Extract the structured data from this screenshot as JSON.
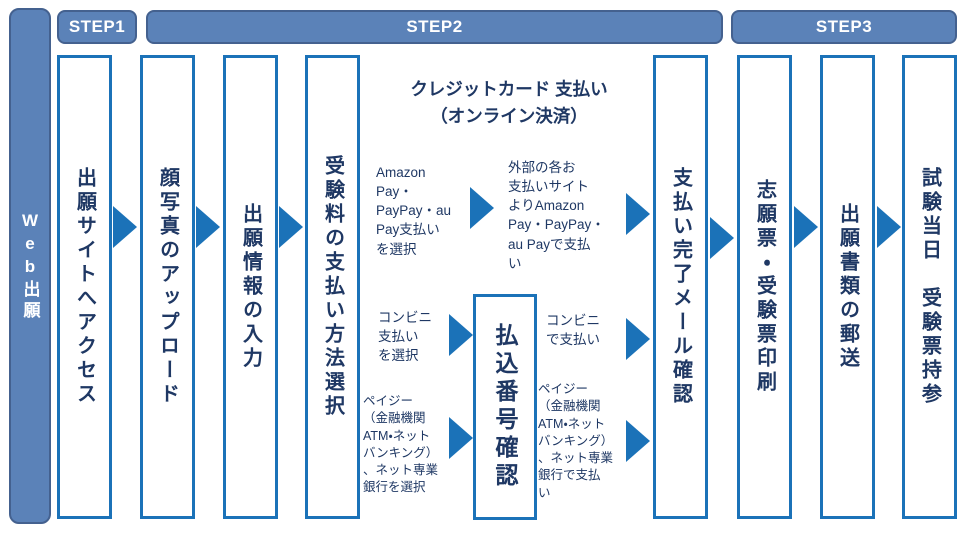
{
  "colors": {
    "blue-fill": "#5b82b8",
    "blue-border-dark": "#44618f",
    "flow-border": "#1b72b8",
    "arrow": "#1b72b8",
    "text-navy": "#1f3864"
  },
  "sidebar": {
    "label": "Web出願"
  },
  "steps": [
    {
      "label": "STEP1"
    },
    {
      "label": "STEP2"
    },
    {
      "label": "STEP3"
    }
  ],
  "columns": [
    {
      "label": "出願サイトへアクセス"
    },
    {
      "label": "顔写真のアップロード"
    },
    {
      "label": "出願情報の入力"
    },
    {
      "label": "受験料の支払い方法選択"
    },
    {
      "label": "支払い完了メール確認"
    },
    {
      "label": "志願票・受験票印刷"
    },
    {
      "label": "出願書類の郵送"
    },
    {
      "label": "試験当日　受験票持参"
    }
  ],
  "middle": {
    "heading": "クレジットカード 支払い\n（オンライン決済）",
    "credit_select": "Amazon\nPay・\nPayPay・au\nPay支払い\nを選択",
    "credit_pay": "外部の各お\n支払いサイト\nよりAmazon\nPay・PayPay・\nau Payで支払\nい",
    "konbini_select": "コンビニ\n支払い\nを選択",
    "konbini_pay": "コンビニ\nで支払い",
    "payeasy_select": "ペイジー\n（金融機関\nATM・ネット\nバンキング）\n、ネット専業\n銀行を選択",
    "payeasy_pay": "ペイジー\n（金融機関\nATM・ネット\nバンキング）\n、ネット専業\n銀行で支払\nい",
    "number_box": "払込番号確認"
  }
}
